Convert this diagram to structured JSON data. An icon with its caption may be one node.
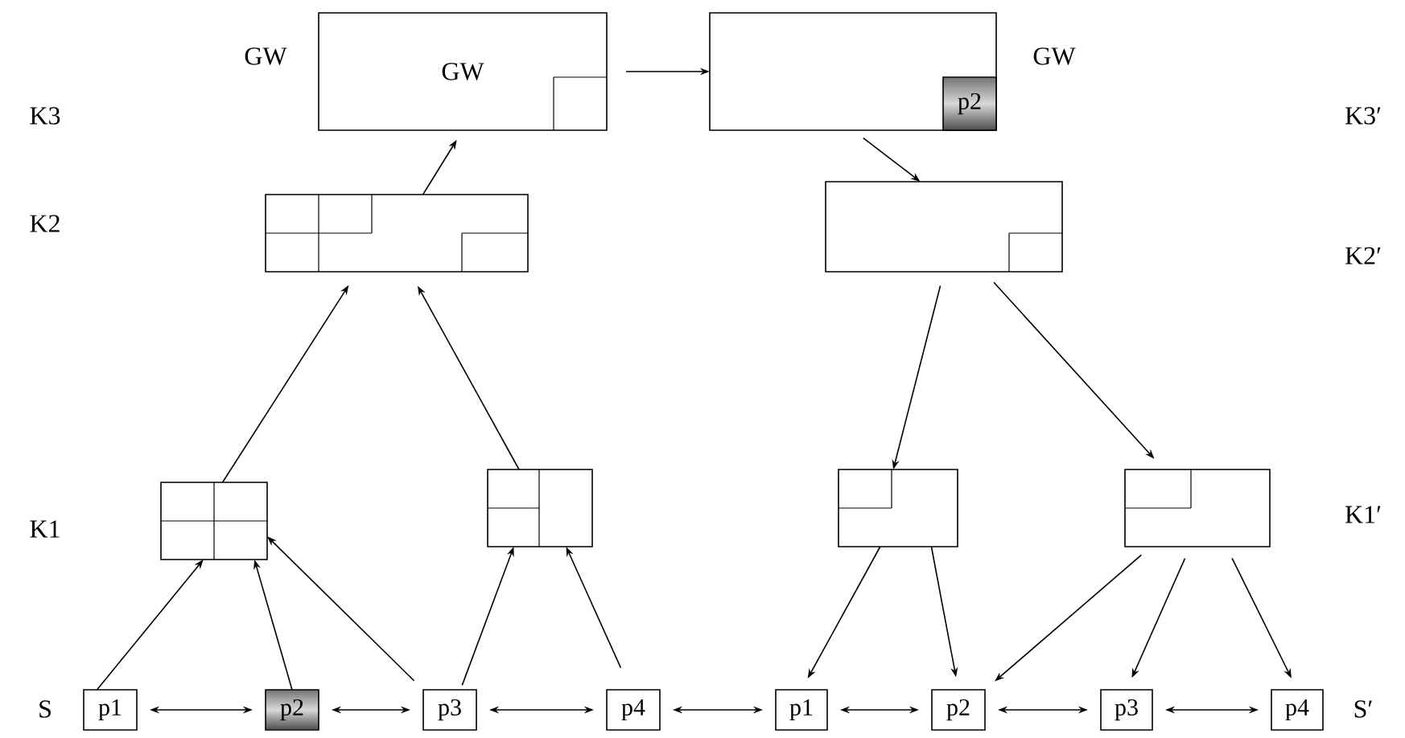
{
  "diagram": {
    "nodes": [
      {
        "text": [
          "GW"
        ],
        "beside": [
          "GW"
        ]
      },
      {
        "text": [],
        "shape": "box",
        "beside": [
          "GW"
        ]
      },
      {
        "text": [
          "p2"
        ],
        "in": 1
      },
      {
        "text": [],
        "shape": "box"
      },
      {
        "text": [],
        "shape": "box"
      },
      {
        "text": [],
        "shape": "box"
      },
      {
        "text": [],
        "shape": "box"
      },
      {
        "text": [],
        "shape": "box"
      },
      {
        "text": [],
        "shape": "box"
      },
      {
        "text": [
          "p1"
        ]
      },
      {
        "text": [
          "p2"
        ]
      },
      {
        "text": [
          "p3"
        ]
      },
      {
        "text": [
          "p4"
        ]
      },
      {
        "text": [
          "p1"
        ]
      },
      {
        "text": [
          "p2"
        ]
      },
      {
        "text": [
          "p3"
        ]
      },
      {
        "text": [
          "p4"
        ]
      }
    ],
    "edges": [
      {
        "from": 0,
        "to": 1,
        "arrow": "to"
      },
      {
        "from": 3,
        "to": 0,
        "arrow": "to"
      },
      {
        "from": 1,
        "to": 4,
        "arrow": "to"
      },
      {
        "from": 5,
        "to": 3,
        "arrow": "to"
      },
      {
        "from": 6,
        "to": 3,
        "arrow": "to"
      },
      {
        "from": 4,
        "to": 7,
        "arrow": "to"
      },
      {
        "from": 4,
        "to": 8,
        "arrow": "to"
      },
      {
        "from": 9,
        "to": 5,
        "arrow": "to"
      },
      {
        "from": 10,
        "to": 5,
        "arrow": "to"
      },
      {
        "from": 11,
        "to": 5,
        "arrow": "to"
      },
      {
        "from": 11,
        "to": 6,
        "arrow": "to"
      },
      {
        "from": 12,
        "to": 6,
        "arrow": "to"
      },
      {
        "from": 7,
        "to": 13,
        "arrow": "to"
      },
      {
        "from": 7,
        "to": 14,
        "arrow": "to"
      },
      {
        "from": 8,
        "to": 14,
        "arrow": "to"
      },
      {
        "from": 8,
        "to": 15,
        "arrow": "to"
      },
      {
        "from": 8,
        "to": 16,
        "arrow": "to"
      },
      {
        "from": 9,
        "to": 10,
        "arrow": "both"
      },
      {
        "from": 10,
        "to": 11,
        "arrow": "both"
      },
      {
        "from": 11,
        "to": 12,
        "arrow": "both"
      },
      {
        "from": 12,
        "to": 13,
        "arrow": "both"
      },
      {
        "from": 13,
        "to": 14,
        "arrow": "both"
      },
      {
        "from": 14,
        "to": 15,
        "arrow": "both"
      },
      {
        "from": 15,
        "to": 16,
        "arrow": "both"
      }
    ],
    "labels": [
      "K3",
      "K2",
      "K1",
      "S",
      "K3′",
      "K2′",
      "K1′",
      "S′"
    ]
  }
}
